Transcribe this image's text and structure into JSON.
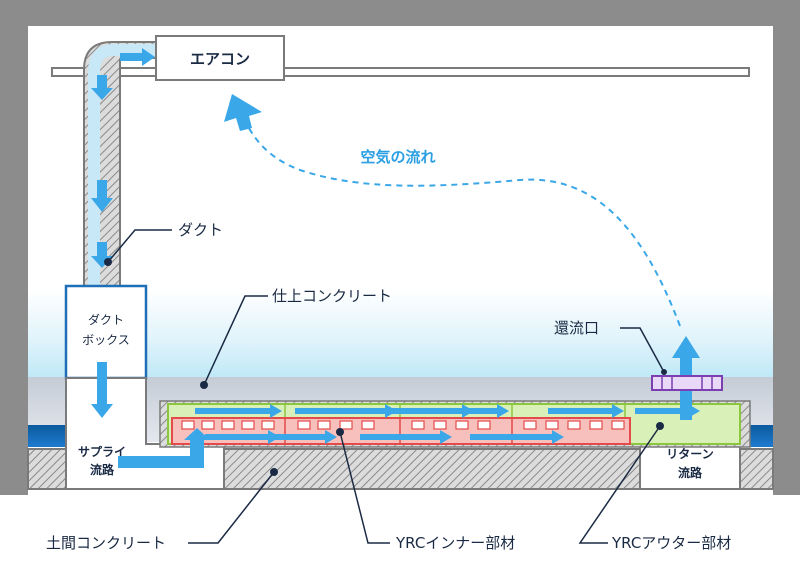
{
  "labels": {
    "aircon": "エアコン",
    "airflow": "空気の流れ",
    "duct": "ダクト",
    "finish_concrete": "仕上コンクリート",
    "return_vent": "還流口",
    "duct_box_line1": "ダクト",
    "duct_box_line2": "ボックス",
    "supply_line1": "サプライ",
    "supply_line2": "流路",
    "return_line1": "リターン",
    "return_line2": "流路",
    "earth_concrete": "土間コンクリート",
    "yrc_inner": "YRCインナー部材",
    "yrc_outer": "YRCアウター部材"
  },
  "colors": {
    "wall": "#8c8c8c",
    "outline": "#7a7a7a",
    "flow_arrow": "#3aa7e8",
    "label_blue": "#2b9fe3",
    "label_dark": "#1a2a44",
    "leader": "#1a2a44",
    "box_border": "#1f6fb8",
    "outer_fill": "#d9f0b8",
    "outer_border": "#8cc63f",
    "inner_fill": "#f7c0bd",
    "inner_border": "#e34a4a",
    "vent": "#7b3fb0",
    "ground_band": "#c9ced6"
  }
}
